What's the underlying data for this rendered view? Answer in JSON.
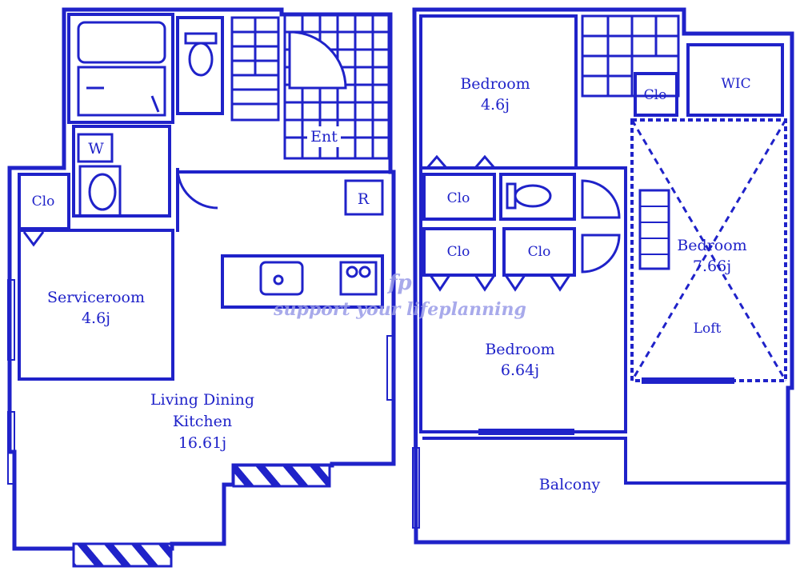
{
  "colors": {
    "ink": "#1f22c9",
    "hatch": "#1f22c9",
    "watermark": "#9a9ce8",
    "background": "#ffffff"
  },
  "rooms": {
    "bath_w": "W",
    "clo_1f": "Clo",
    "serviceroom_name": "Serviceroom",
    "serviceroom_size": "4.6j",
    "ldk_line1": "Living Dining",
    "ldk_line2": "Kitchen",
    "ldk_size": "16.61j",
    "entrance": "Ent",
    "refrigerator": "R",
    "bedroom_a_name": "Bedroom",
    "bedroom_a_size": "4.6j",
    "clo_2f_a": "Clo",
    "clo_2f_b": "Clo",
    "clo_2f_c": "Clo",
    "bedroom_b_name": "Bedroom",
    "bedroom_b_size": "6.64j",
    "clo_2f_d": "Clo",
    "wic": "WIC",
    "bedroom_c_name": "Bedroom",
    "bedroom_c_size": "7.66j",
    "loft": "Loft",
    "balcony": "Balcony"
  },
  "watermark": {
    "logo": "fp",
    "tagline": "support your lifeplanning"
  }
}
